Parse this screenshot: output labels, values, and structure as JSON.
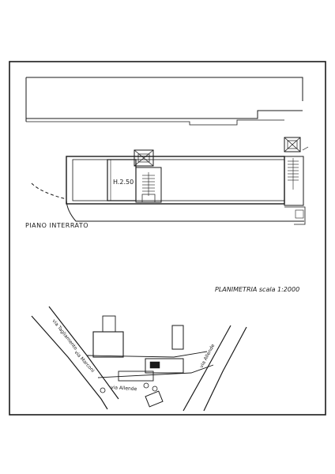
{
  "plan": {
    "room_height_label": "H.2.50",
    "floor_label": "PIANO INTERRATO"
  },
  "site_plan": {
    "title": "PLANIMETRIA scala 1:2000",
    "streets": {
      "top_left": "via Tagliamento",
      "left": "via Marconi",
      "right": "via Allende",
      "bottom": "via Allende"
    }
  },
  "colors": {
    "ink": "#1a1a1a",
    "paper": "#ffffff"
  }
}
